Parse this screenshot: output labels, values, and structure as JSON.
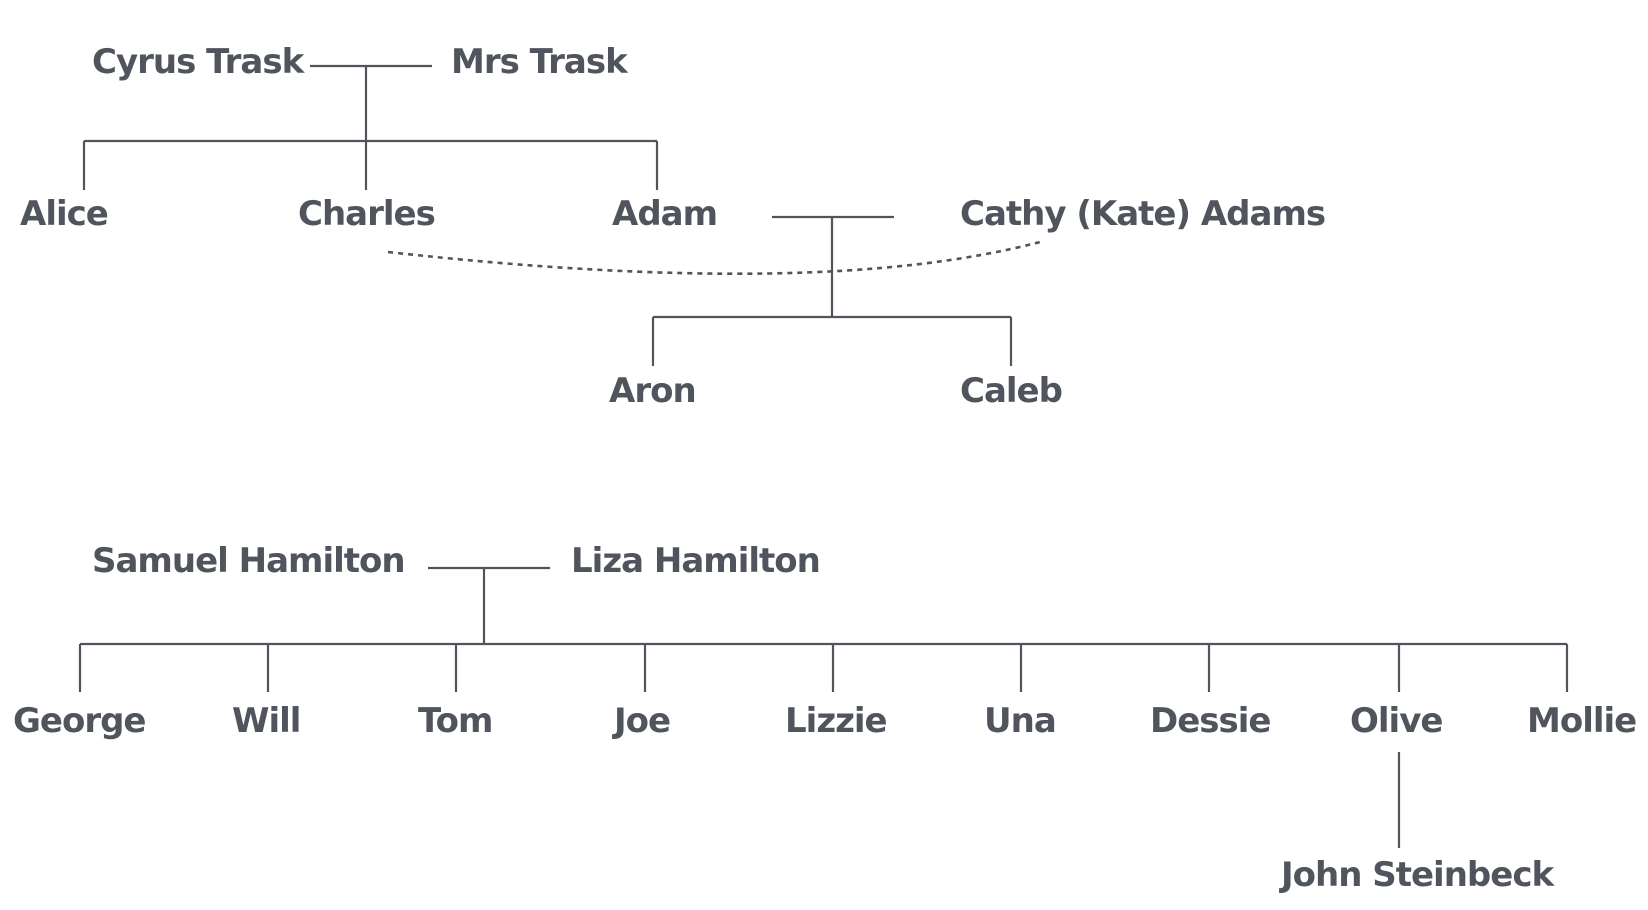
{
  "trask_family": {
    "cyrus": "Cyrus Trask",
    "mrs_trask": "Mrs Trask",
    "alice": "Alice",
    "charles": "Charles",
    "adam": "Adam",
    "cathy": "Cathy (Kate) Adams",
    "aron": "Aron",
    "caleb": "Caleb"
  },
  "hamilton_family": {
    "samuel": "Samuel Hamilton",
    "liza": "Liza Hamilton",
    "children": [
      "George",
      "Will",
      "Tom",
      "Joe",
      "Lizzie",
      "Una",
      "Dessie",
      "Olive",
      "Mollie"
    ],
    "grandchild": "John Steinbeck"
  },
  "colors": {
    "text": "#50545d",
    "lines": "#50545d",
    "background": "#ffffff"
  }
}
